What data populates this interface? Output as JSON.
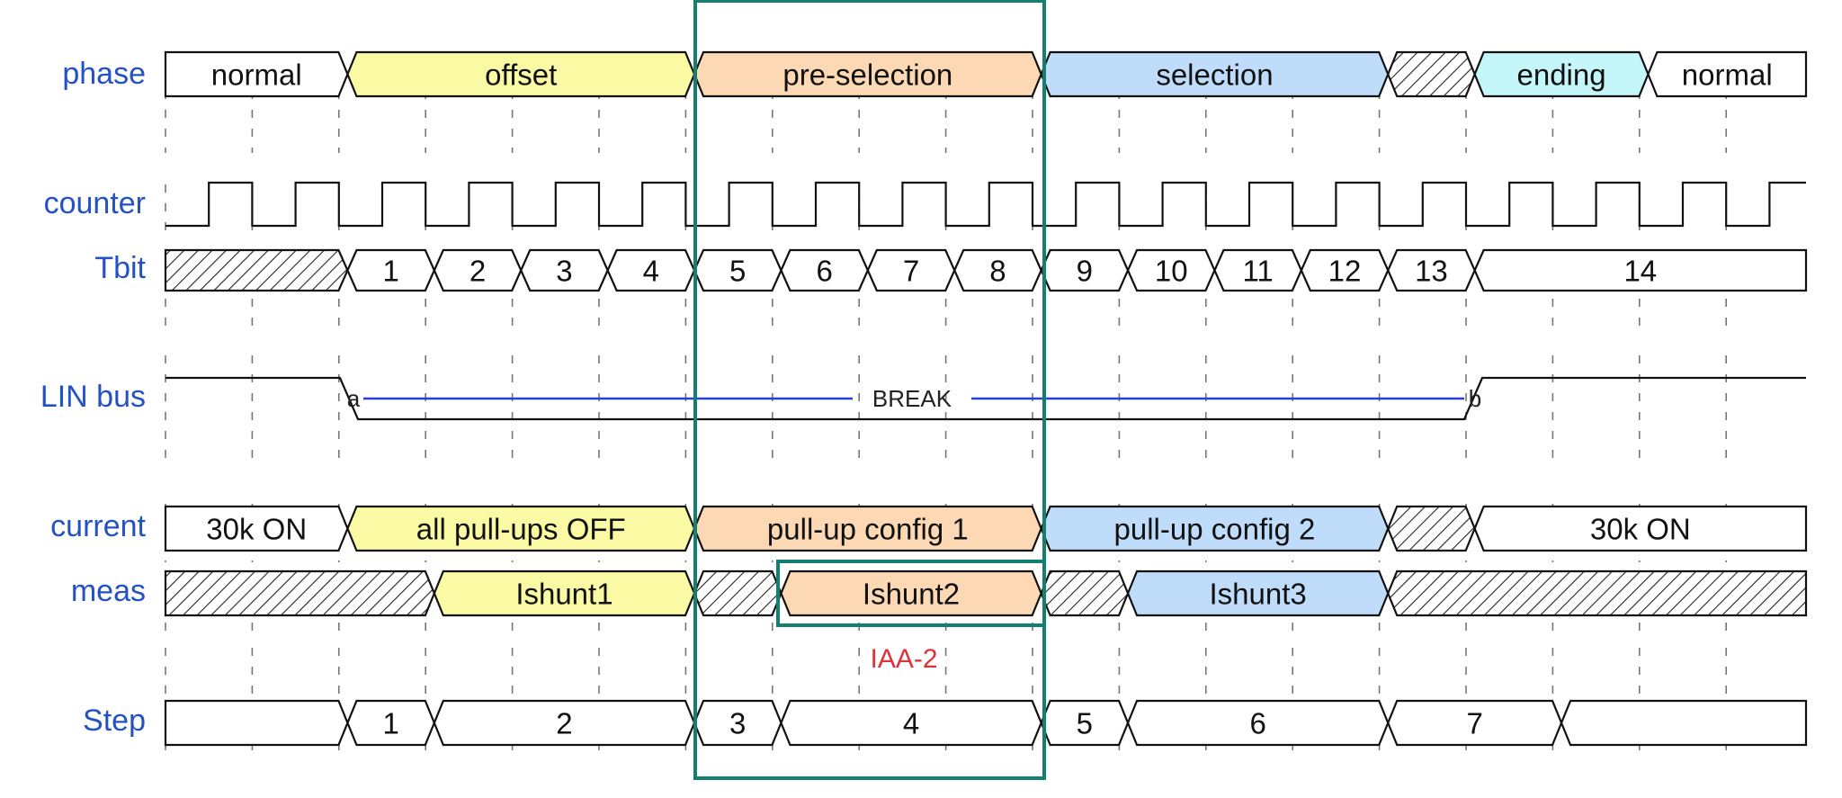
{
  "colors": {
    "label": "#2451c4",
    "offset": "#fbfaa4",
    "preselection": "#fcd9b4",
    "selection": "#bfdcfa",
    "ending": "#c4f6fa",
    "normal": "#ffffff",
    "highlight": "#13806f",
    "break_line": "#2b3fd6",
    "note": "#e0303a"
  },
  "signals": [
    {
      "id": "phase",
      "label": "phase"
    },
    {
      "id": "counter",
      "label": "counter"
    },
    {
      "id": "tbit",
      "label": "Tbit"
    },
    {
      "id": "lin",
      "label": "LIN bus"
    },
    {
      "id": "current",
      "label": "current"
    },
    {
      "id": "meas",
      "label": "meas"
    },
    {
      "id": "step",
      "label": "Step"
    }
  ],
  "phase": [
    {
      "text": "normal",
      "fill": "normal"
    },
    {
      "text": "offset",
      "fill": "offset"
    },
    {
      "text": "pre-selection",
      "fill": "preselection"
    },
    {
      "text": "selection",
      "fill": "selection"
    },
    {
      "text": "",
      "fill": "hatch"
    },
    {
      "text": "ending",
      "fill": "ending"
    },
    {
      "text": "normal",
      "fill": "normal"
    }
  ],
  "tbit": [
    "",
    "1",
    "2",
    "3",
    "4",
    "5",
    "6",
    "7",
    "8",
    "9",
    "10",
    "11",
    "12",
    "13",
    "14",
    ""
  ],
  "lin_bus": {
    "marker_a": "a",
    "marker_b": "b",
    "label": "BREAK"
  },
  "current": [
    {
      "text": "30k ON",
      "fill": "normal"
    },
    {
      "text": "all pull-ups OFF",
      "fill": "offset"
    },
    {
      "text": "pull-up config 1",
      "fill": "preselection"
    },
    {
      "text": "pull-up config 2",
      "fill": "selection"
    },
    {
      "text": "",
      "fill": "hatch"
    },
    {
      "text": "30k ON",
      "fill": "normal"
    }
  ],
  "meas": [
    {
      "text": "",
      "fill": "hatch"
    },
    {
      "text": "Ishunt1",
      "fill": "offset"
    },
    {
      "text": "",
      "fill": "hatch"
    },
    {
      "text": "Ishunt2",
      "fill": "preselection"
    },
    {
      "text": "",
      "fill": "hatch"
    },
    {
      "text": "Ishunt3",
      "fill": "selection"
    },
    {
      "text": "",
      "fill": "hatch"
    }
  ],
  "annotation": "IAA-2",
  "step": [
    "",
    "1",
    "2",
    "3",
    "4",
    "5",
    "6",
    "7",
    ""
  ]
}
